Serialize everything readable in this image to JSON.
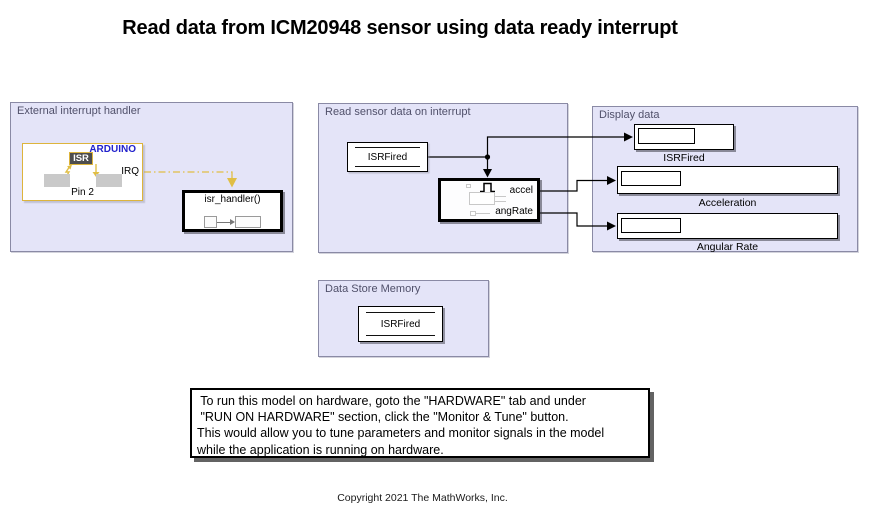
{
  "window": {
    "title_annotation": "Read data from ICM20948 sensor using data ready interrupt",
    "copyright": "Copyright 2021 The MathWorks, Inc."
  },
  "areas": {
    "external_interrupt_handler": {
      "label": "External interrupt handler"
    },
    "read_sensor": {
      "label": "Read sensor data on interrupt"
    },
    "display_data": {
      "label": "Display data"
    },
    "data_store_memory": {
      "label": "Data Store Memory"
    }
  },
  "blocks": {
    "arduino_interrupt": {
      "brand": "ARDUINO",
      "badge": "ISR",
      "pin_label": "Pin 2",
      "irq_port": "IRQ"
    },
    "isr_handler": {
      "label": "isr_handler()"
    },
    "data_store_read": {
      "label": "ISRFired"
    },
    "sensor_subsystem": {
      "accel_port": "accel",
      "angrate_port": "angRate"
    },
    "data_store_memory": {
      "label": "ISRFired"
    },
    "display_isrfired": {
      "label": "ISRFired"
    },
    "display_acceleration": {
      "label": "Acceleration"
    },
    "display_angular_rate": {
      "label": "Angular Rate"
    }
  },
  "annotation": {
    "lines": [
      " To run this model on hardware, goto the \"HARDWARE\" tab and under",
      " \"RUN ON HARDWARE\" section, click the \"Monitor & Tune\" button.",
      "This would allow you to tune parameters and monitor signals in the model",
      "while the application is running on hardware."
    ]
  },
  "colors": {
    "area_fill": "#E4E4F8",
    "area_border": "#8A8AA5",
    "arduino_border": "#DDB43C",
    "arduino_brand_blue": "#2222CC",
    "interrupt_wire_yellow": "#E0BE45",
    "isr_badge_bg": "#4D4D4D",
    "pad_gray": "#C9C9C9",
    "wire_black": "#000000"
  }
}
